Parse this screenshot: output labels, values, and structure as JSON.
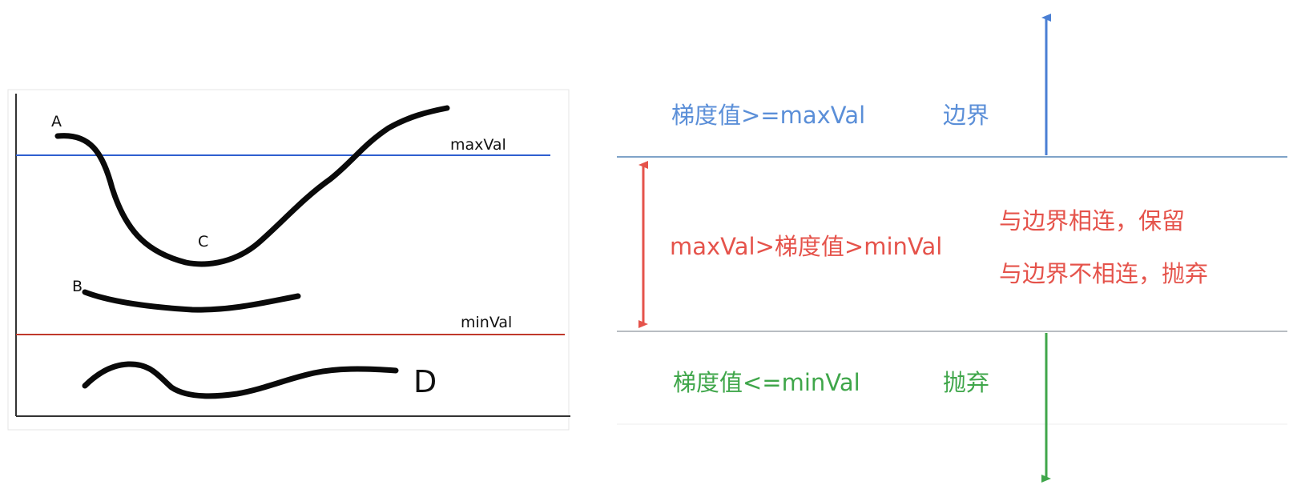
{
  "colors": {
    "max_line": "#2f5fd0",
    "min_line": "#c0392b",
    "upper_zone": "#5b8fd8",
    "middle_zone": "#e5534b",
    "lower_zone": "#3fa64a",
    "curves": "#0a0a0a",
    "axes": "#333333"
  },
  "left_plot": {
    "threshold_lines": {
      "max_label": "maxVal",
      "min_label": "minVal"
    },
    "curves": [
      {
        "label": "A"
      },
      {
        "label": "C"
      },
      {
        "label": "B"
      },
      {
        "label": "D"
      }
    ]
  },
  "right_panel": {
    "upper_zone": {
      "condition": "梯度值>=maxVal",
      "result": "边界"
    },
    "middle_zone": {
      "condition": "maxVal>梯度值>minVal",
      "result_connected": "与边界相连，保留",
      "result_unconnected": "与边界不相连，抛弃"
    },
    "lower_zone": {
      "condition": "梯度值<=minVal",
      "result": "抛弃"
    }
  }
}
